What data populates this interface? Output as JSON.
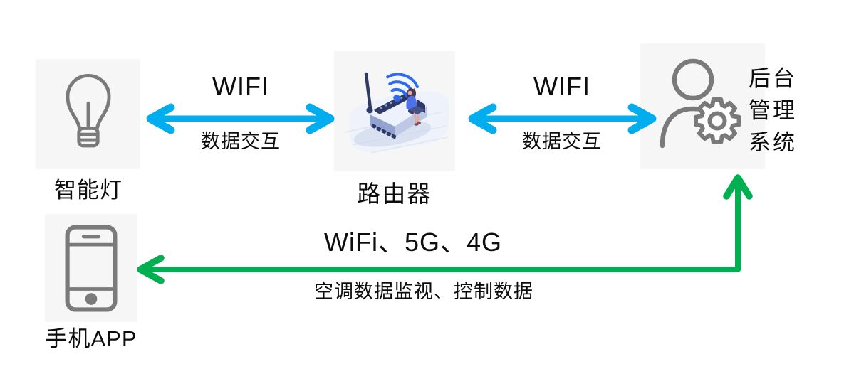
{
  "title": "智能灯/路由器/后台管理系统/手机APP 物联网架构图",
  "colors": {
    "wifi_blue": "#00aeef",
    "app_green": "#00b050",
    "icon_gray": "#7a7a7a",
    "node_bg": "#f6f6f7",
    "text": "#0d0d0d"
  },
  "nodes": {
    "smart_light": {
      "label": "智能灯",
      "icon": "lightbulb-icon"
    },
    "router": {
      "label": "路由器",
      "icon": "router-illustration"
    },
    "backend": {
      "label": "后台管理系统",
      "icon": "admin-user-gear-icon"
    },
    "phone": {
      "label_zh": "手机",
      "label_en": "APP",
      "icon": "smartphone-icon"
    }
  },
  "links": [
    {
      "id": "light-router",
      "label": "WIFI",
      "sublabel": "数据交互",
      "color": "#00aeef",
      "direction": "bidirectional"
    },
    {
      "id": "router-backend",
      "label": "WIFI",
      "sublabel": "数据交互",
      "color": "#00aeef",
      "direction": "bidirectional"
    },
    {
      "id": "backend-phone",
      "label": "WiFi、5G、4G",
      "sublabel": "空调数据监视、控制数据",
      "color": "#00b050",
      "direction": "bidirectional"
    }
  ]
}
